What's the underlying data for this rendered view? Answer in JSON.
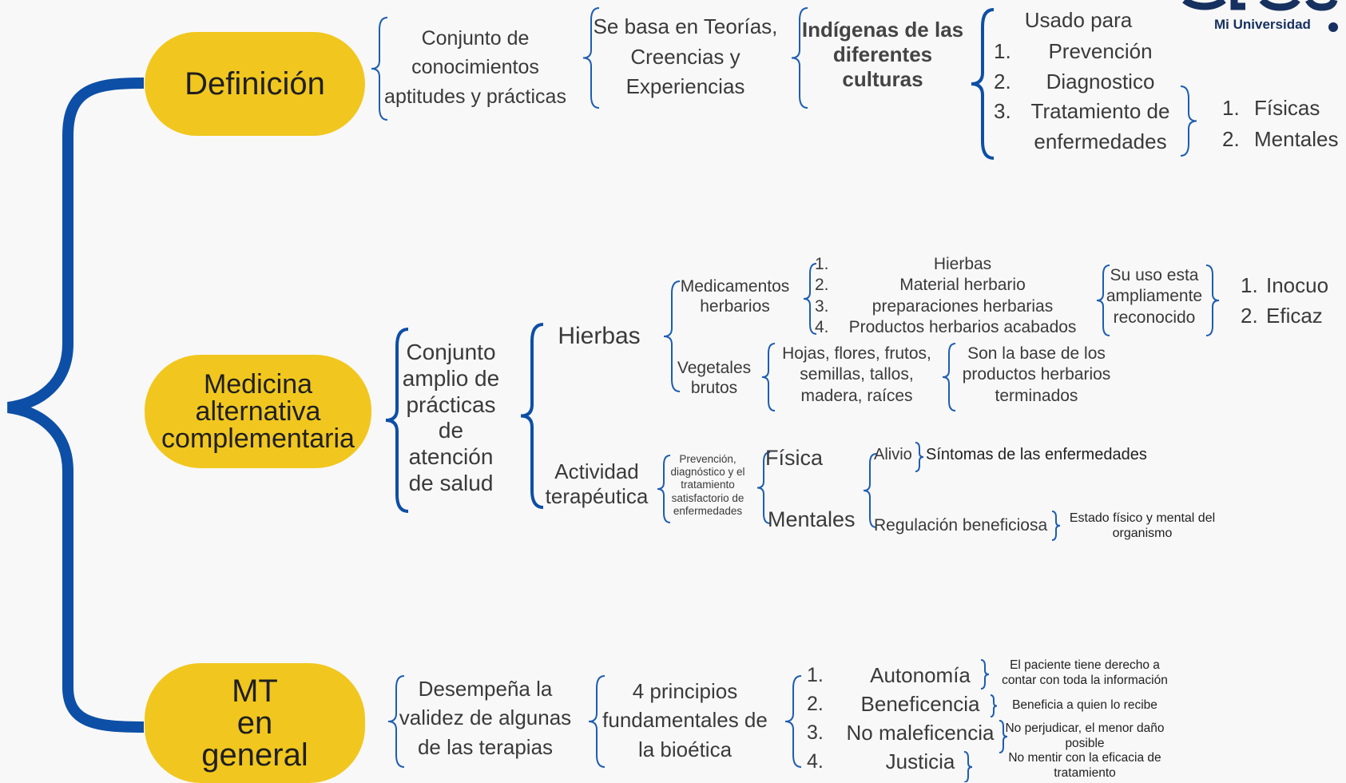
{
  "logo": {
    "text": "Mi Universidad"
  },
  "colors": {
    "pill": "#f1c71f",
    "main_brace": "#0d4fa6",
    "small_brace": "#1e5db0",
    "text": "#3a3a3a"
  },
  "nodes": {
    "definicion": "Definición",
    "medicina": "Medicina\nalternativa\ncomplementaria",
    "mt": "MT\nen\ngeneral"
  },
  "definicion": {
    "conjunto": "Conjunto de\nconocimientos\naptitudes y prácticas",
    "teorias": "Se basa en Teorías,\nCreencias y\nExperiencias",
    "indigenas": "Indígenas de las\ndiferentes\nculturas",
    "usado_para": "Usado para",
    "usos": [
      {
        "n": "1.",
        "label": "Prevención"
      },
      {
        "n": "2.",
        "label": "Diagnostico"
      },
      {
        "n": "3.",
        "label": "Tratamiento de\nenfermedades"
      }
    ],
    "tipos": [
      {
        "n": "1.",
        "label": "Físicas"
      },
      {
        "n": "2.",
        "label": "Mentales"
      }
    ]
  },
  "medicina": {
    "conjunto": "Conjunto\namplio de\nprácticas\nde\natención\nde salud",
    "hierbas": "Hierbas",
    "medicamentos": "Medicamentos\nherbarios",
    "med_list": [
      {
        "n": "1.",
        "label": "Hierbas"
      },
      {
        "n": "2.",
        "label": "Material herbario"
      },
      {
        "n": "3.",
        "label": "preparaciones herbarias"
      },
      {
        "n": "4.",
        "label": "Productos herbarios acabados"
      }
    ],
    "uso": "Su uso esta\nampliamente\nreconocido",
    "uso_list": [
      {
        "n": "1.",
        "label": "Inocuo"
      },
      {
        "n": "2.",
        "label": "Eficaz"
      }
    ],
    "vegetales": "Vegetales\nbrutos",
    "partes": "Hojas, flores, frutos,\nsemillas, tallos,\nmadera, raíces",
    "base": "Son la base de los\nproductos herbarios\nterminados",
    "actividad": "Actividad\nterapéutica",
    "prevencion": "Prevención,\ndiagnóstico y el\ntratamiento\nsatisfactorio de\nenfermedades",
    "fisica": "Física",
    "mentales": "Mentales",
    "alivio": "Alivio",
    "sintomas": "Síntomas de las enfermedades",
    "regulacion": "Regulación beneficiosa",
    "estado": "Estado físico y mental del\norganismo"
  },
  "mt": {
    "desempena": "Desempeña la\nvalidez de algunas\nde las terapias",
    "principios": "4 principios\nfundamentales de\nla bioética",
    "list": [
      {
        "n": "1.",
        "label": "Autonomía",
        "desc": "El paciente tiene derecho a\ncontar con toda la información"
      },
      {
        "n": "2.",
        "label": "Beneficencia",
        "desc": "Beneficia a quien lo recibe"
      },
      {
        "n": "3.",
        "label": "No maleficencia",
        "desc": "No perjudicar, el menor daño\nposible"
      },
      {
        "n": "4.",
        "label": "Justicia",
        "desc": "No mentir con la eficacia de\ntratamiento"
      }
    ]
  }
}
